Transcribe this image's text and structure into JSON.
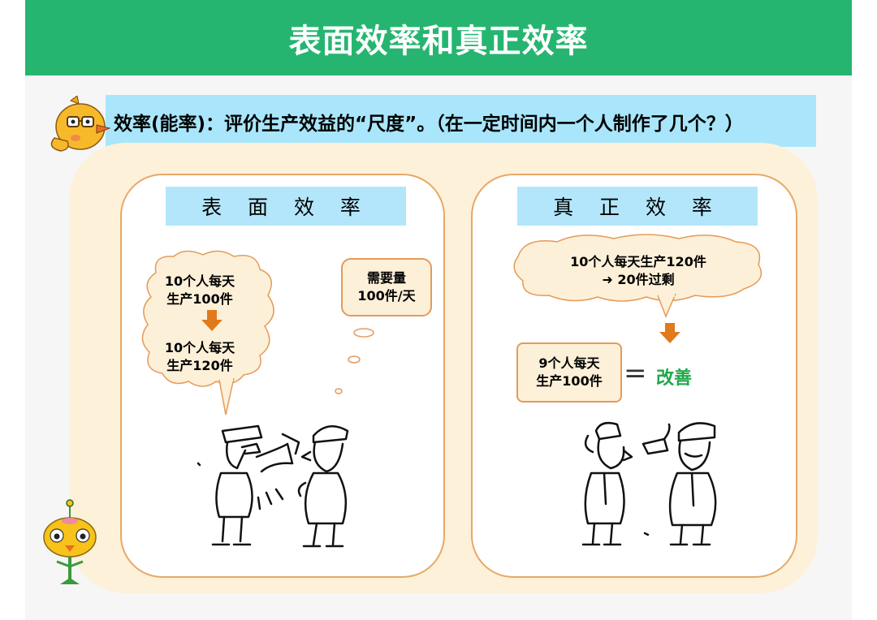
{
  "title": "表面效率和真正效率",
  "definition": "效率(能率)：评价生产效益的“尺度”。（在一定时间内一个人制作了几个？）",
  "left_panel": {
    "header": "表 面 效 率",
    "cloud_line1": "10个人每天",
    "cloud_line2": "生产100件",
    "cloud_line3": "10个人每天",
    "cloud_line4": "生产120件",
    "demand_line1": "需要量",
    "demand_line2": "100件/天"
  },
  "right_panel": {
    "header": "真 正 效 率",
    "cloud_line1": "10个人每天生产120件",
    "cloud_line2": "➜  20件过剩",
    "box_line1": "9个人每天",
    "box_line2": "生产100件",
    "equals": "=",
    "result": "改善"
  },
  "colors": {
    "title_bar": "#26b571",
    "definition_bar": "#a9e6fb",
    "panel_border": "#e7a868",
    "arrow": "#e07a1c",
    "result_text": "#21a84a"
  }
}
